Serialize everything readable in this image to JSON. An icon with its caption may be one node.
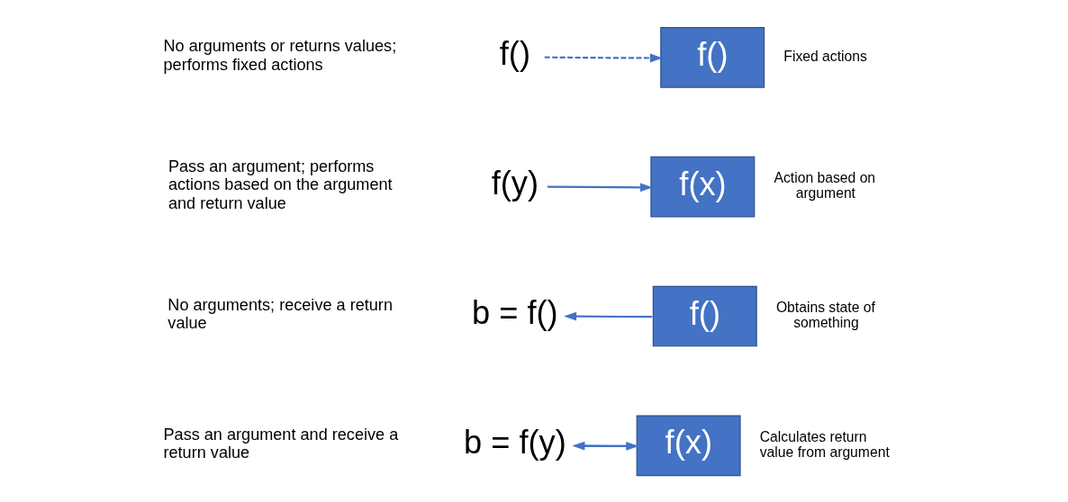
{
  "diagram": {
    "nodes": [
      {
        "text": [
          "f()"
        ]
      },
      {
        "text": [
          "f()"
        ],
        "beside": [
          "Fixed actions"
        ]
      },
      {
        "text": [
          "f(y)"
        ]
      },
      {
        "text": [
          "f(x)"
        ],
        "beside": [
          "Action based on argument"
        ]
      },
      {
        "text": [
          "b = f()"
        ]
      },
      {
        "text": [
          "f()"
        ],
        "beside": [
          "Obtains state of something"
        ]
      },
      {
        "text": [
          "b = f(y)"
        ]
      },
      {
        "text": [
          "f(x)"
        ],
        "beside": [
          "Calculates return value from argument"
        ]
      }
    ],
    "edges": [
      {
        "from": 0,
        "to": 1,
        "arrow": "to",
        "style": "dashed"
      },
      {
        "from": 2,
        "to": 3,
        "arrow": "to"
      },
      {
        "from": 5,
        "to": 4,
        "arrow": "to"
      },
      {
        "from": 6,
        "to": 7,
        "arrow": "to"
      },
      {
        "from": 7,
        "to": 6,
        "arrow": "to"
      }
    ],
    "labels": [
      "No arguments or returns values; performs fixed actions",
      "Pass an argument; performs actions based on the argument and return value",
      "No arguments; receive a return value",
      "Pass an argument and receive a return value"
    ]
  }
}
